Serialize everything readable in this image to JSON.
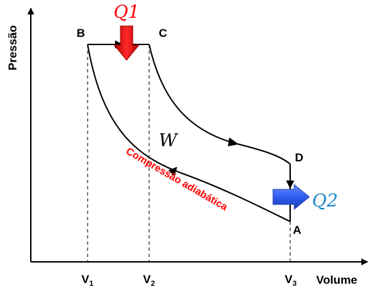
{
  "axes": {
    "y_title": "Pressão",
    "x_title": "Volume"
  },
  "points": {
    "a": "A",
    "b": "B",
    "c": "C",
    "d": "D"
  },
  "ticks": [
    {
      "main": "V",
      "sub": "1"
    },
    {
      "main": "V",
      "sub": "2"
    },
    {
      "main": "V",
      "sub": "3"
    }
  ],
  "heat": {
    "q1": "Q1",
    "q2": "Q2",
    "q1_color": "#ff0000",
    "q2_color": "#3366ff"
  },
  "work_label": "W",
  "curve_label": "Compressão adiabática",
  "colors": {
    "curve_label": "#ff0000",
    "q1_text": "#ff0000",
    "q2_text": "#1e88c8"
  }
}
